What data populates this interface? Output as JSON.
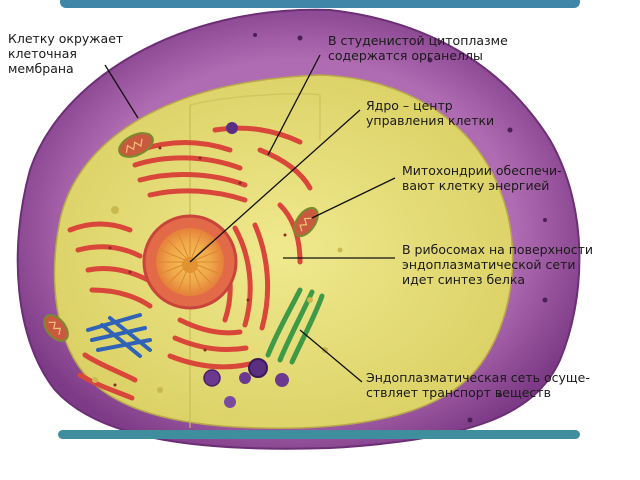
{
  "labels": {
    "membrane": [
      "Клетку окружает",
      "клеточная",
      "мембрана"
    ],
    "cytoplasm": [
      "В студенистой цитоплазме",
      "содержатся органеллы"
    ],
    "nucleus": [
      "Ядро – центр",
      "управления клетки"
    ],
    "mitochondria": [
      "Митохондрии обеспечи-",
      "вают клетку энергией"
    ],
    "ribosomes": [
      "В рибосомах на поверхности",
      "эндоплазматической сети",
      "идет синтез белка"
    ],
    "er": [
      "Эндоплазматическая сеть осуще-",
      "ствляет транспорт веществ"
    ]
  },
  "colors": {
    "membrane": "#9b4f9b",
    "cytoplasm": "#e9e07a",
    "nucleus": "#e5573f",
    "mitochondria": "#d66a4a",
    "golgi": "#3f73c4",
    "er_smooth": "#3e9a4a",
    "vesicle": "#6b3a8e",
    "accent_bar": "#3f8e9e"
  }
}
